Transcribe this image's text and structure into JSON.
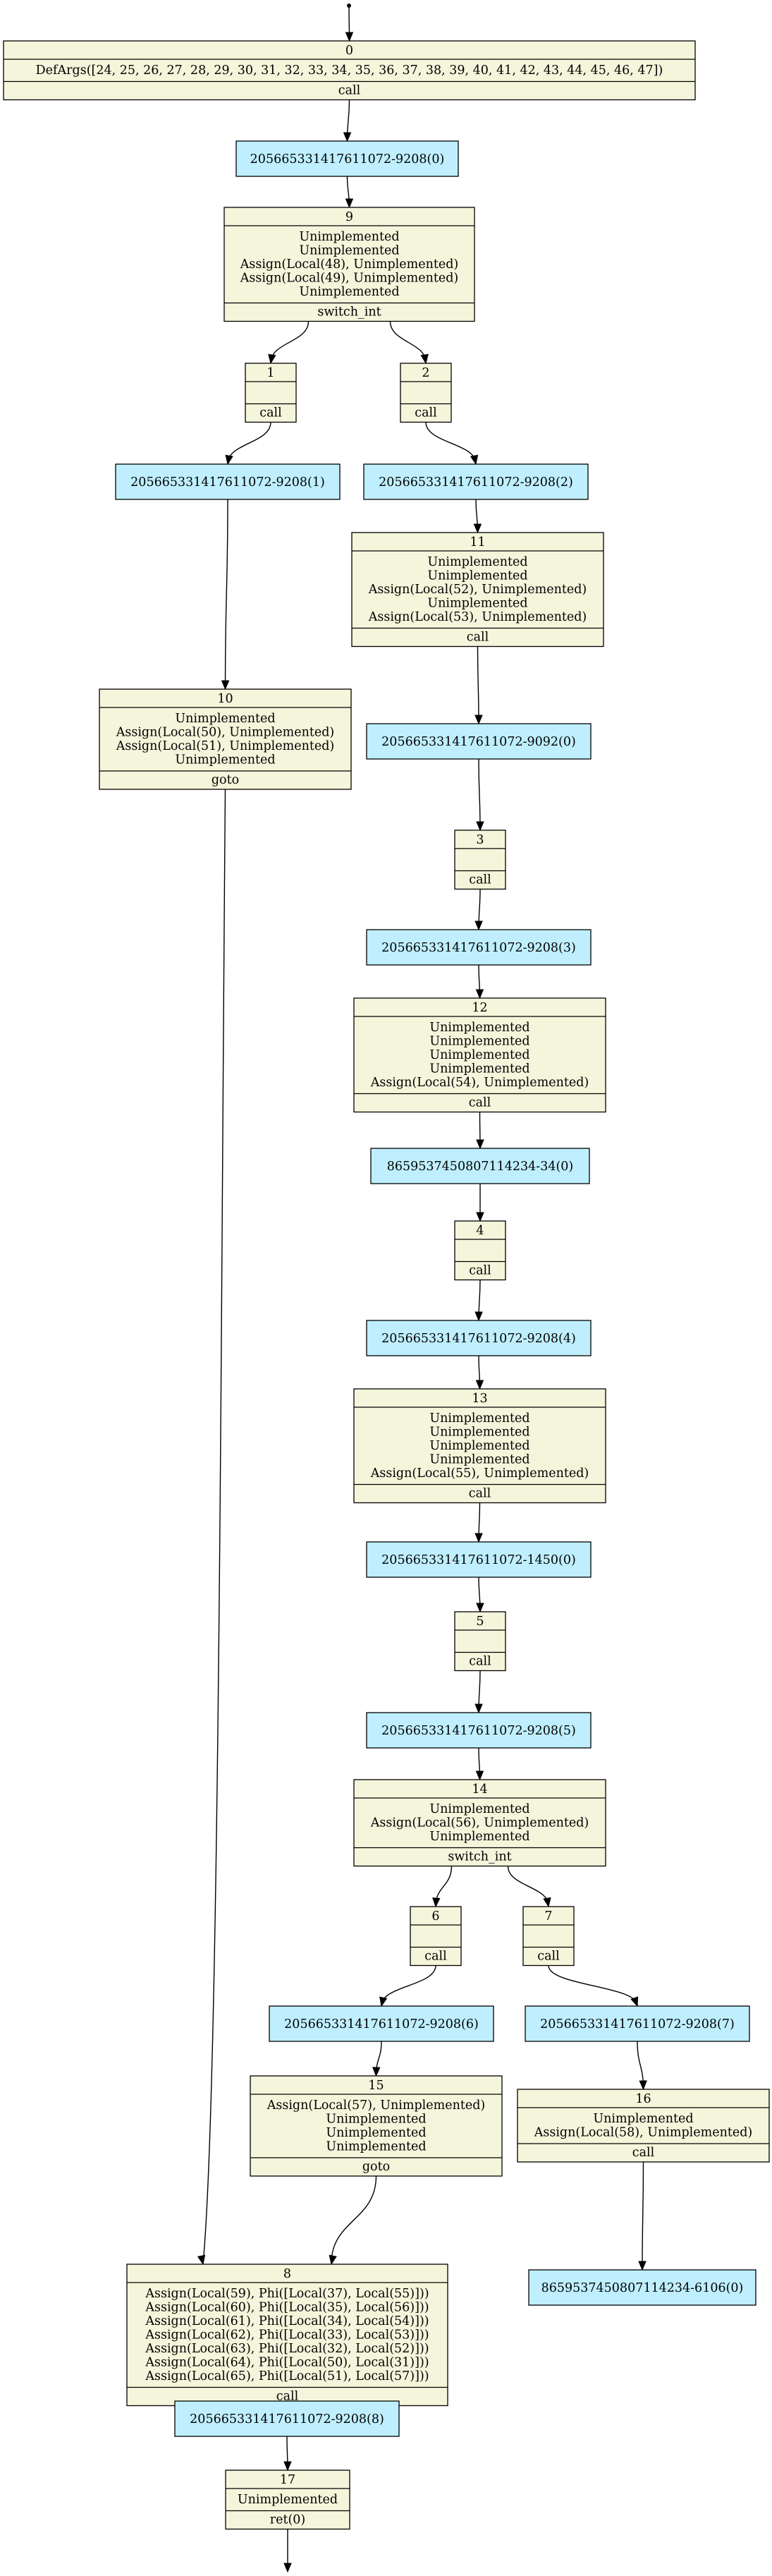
{
  "colors": {
    "block_fill": "#f5f5dc",
    "call_node_fill": "#bfefff",
    "stroke": "#000000"
  },
  "blocks": [
    {
      "id": "0",
      "lines": [
        "DefArgs([24, 25, 26, 27, 28, 29, 30, 31, 32, 33, 34, 35, 36, 37, 38, 39, 40, 41, 42, 43, 44, 45, 46, 47])"
      ],
      "terminator": "call"
    },
    {
      "id": "9",
      "lines": [
        "Unimplemented",
        "Unimplemented",
        "Assign(Local(48), Unimplemented)",
        "Assign(Local(49), Unimplemented)",
        "Unimplemented"
      ],
      "terminator": "switch_int"
    },
    {
      "id": "1",
      "lines": [
        ""
      ],
      "terminator": "call"
    },
    {
      "id": "2",
      "lines": [
        ""
      ],
      "terminator": "call"
    },
    {
      "id": "11",
      "lines": [
        "Unimplemented",
        "Unimplemented",
        "Assign(Local(52), Unimplemented)",
        "Unimplemented",
        "Assign(Local(53), Unimplemented)"
      ],
      "terminator": "call"
    },
    {
      "id": "10",
      "lines": [
        "Unimplemented",
        "Assign(Local(50), Unimplemented)",
        "Assign(Local(51), Unimplemented)",
        "Unimplemented"
      ],
      "terminator": "goto"
    },
    {
      "id": "3",
      "lines": [
        ""
      ],
      "terminator": "call"
    },
    {
      "id": "12",
      "lines": [
        "Unimplemented",
        "Unimplemented",
        "Unimplemented",
        "Unimplemented",
        "Assign(Local(54), Unimplemented)"
      ],
      "terminator": "call"
    },
    {
      "id": "4",
      "lines": [
        ""
      ],
      "terminator": "call"
    },
    {
      "id": "13",
      "lines": [
        "Unimplemented",
        "Unimplemented",
        "Unimplemented",
        "Unimplemented",
        "Assign(Local(55), Unimplemented)"
      ],
      "terminator": "call"
    },
    {
      "id": "5",
      "lines": [
        ""
      ],
      "terminator": "call"
    },
    {
      "id": "14",
      "lines": [
        "Unimplemented",
        "Assign(Local(56), Unimplemented)",
        "Unimplemented"
      ],
      "terminator": "switch_int"
    },
    {
      "id": "6",
      "lines": [
        ""
      ],
      "terminator": "call"
    },
    {
      "id": "7",
      "lines": [
        ""
      ],
      "terminator": "call"
    },
    {
      "id": "15",
      "lines": [
        "Assign(Local(57), Unimplemented)",
        "Unimplemented",
        "Unimplemented",
        "Unimplemented"
      ],
      "terminator": "goto"
    },
    {
      "id": "16",
      "lines": [
        "Unimplemented",
        "Assign(Local(58), Unimplemented)"
      ],
      "terminator": "call"
    },
    {
      "id": "8",
      "lines": [
        "Assign(Local(59), Phi([Local(37), Local(55)]))",
        "Assign(Local(60), Phi([Local(35), Local(56)]))",
        "Assign(Local(61), Phi([Local(34), Local(54)]))",
        "Assign(Local(62), Phi([Local(33), Local(53)]))",
        "Assign(Local(63), Phi([Local(32), Local(52)]))",
        "Assign(Local(64), Phi([Local(50), Local(31)]))",
        "Assign(Local(65), Phi([Local(51), Local(57)]))"
      ],
      "terminator": "call"
    },
    {
      "id": "17",
      "lines": [
        "Unimplemented"
      ],
      "terminator": "ret(0)"
    }
  ],
  "call_nodes": [
    {
      "key": "c0",
      "label": "205665331417611072-9208(0)"
    },
    {
      "key": "c1",
      "label": "205665331417611072-9208(1)"
    },
    {
      "key": "c2",
      "label": "205665331417611072-9208(2)"
    },
    {
      "key": "c3",
      "label": "205665331417611072-9092(0)"
    },
    {
      "key": "c4",
      "label": "205665331417611072-9208(3)"
    },
    {
      "key": "c5",
      "label": "8659537450807114234-34(0)"
    },
    {
      "key": "c6",
      "label": "205665331417611072-9208(4)"
    },
    {
      "key": "c7",
      "label": "205665331417611072-1450(0)"
    },
    {
      "key": "c8",
      "label": "205665331417611072-9208(5)"
    },
    {
      "key": "c9",
      "label": "205665331417611072-9208(6)"
    },
    {
      "key": "c10",
      "label": "205665331417611072-9208(7)"
    },
    {
      "key": "c11",
      "label": "8659537450807114234-6106(0)"
    },
    {
      "key": "c12",
      "label": "205665331417611072-9208(8)"
    }
  ],
  "edges": [
    [
      "entry",
      "0"
    ],
    [
      "0",
      "c0"
    ],
    [
      "c0",
      "9"
    ],
    [
      "9",
      "1"
    ],
    [
      "9",
      "2"
    ],
    [
      "1",
      "c1"
    ],
    [
      "2",
      "c2"
    ],
    [
      "c1",
      "10"
    ],
    [
      "c2",
      "11"
    ],
    [
      "11",
      "c3"
    ],
    [
      "c3",
      "3"
    ],
    [
      "3",
      "c4"
    ],
    [
      "c4",
      "12"
    ],
    [
      "12",
      "c5"
    ],
    [
      "c5",
      "4"
    ],
    [
      "4",
      "c6"
    ],
    [
      "c6",
      "13"
    ],
    [
      "13",
      "c7"
    ],
    [
      "c7",
      "5"
    ],
    [
      "5",
      "c8"
    ],
    [
      "c8",
      "14"
    ],
    [
      "14",
      "6"
    ],
    [
      "14",
      "7"
    ],
    [
      "6",
      "c9"
    ],
    [
      "7",
      "c10"
    ],
    [
      "c9",
      "15"
    ],
    [
      "c10",
      "16"
    ],
    [
      "16",
      "c11"
    ],
    [
      "10",
      "8"
    ],
    [
      "15",
      "8"
    ],
    [
      "8",
      "c12"
    ],
    [
      "c12",
      "17"
    ],
    [
      "17",
      "exit"
    ]
  ]
}
